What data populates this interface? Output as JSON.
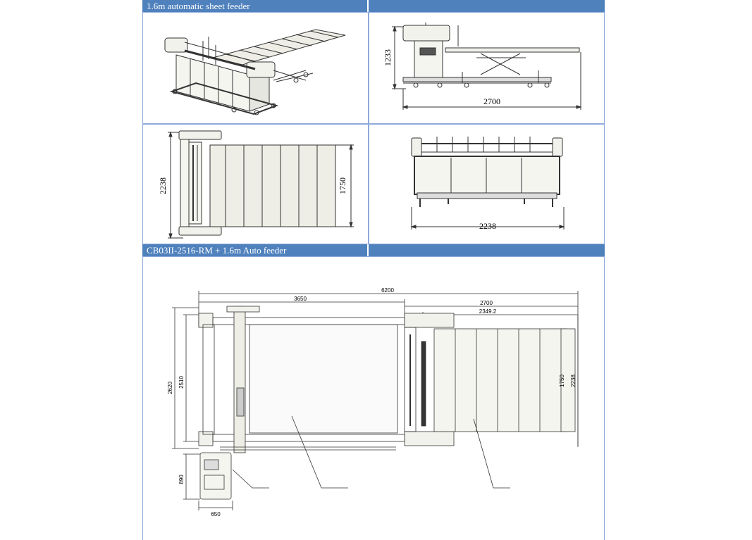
{
  "section1": {
    "title": "1.6m automatic sheet feeder"
  },
  "section2": {
    "title": "CB03II-2516-RM + 1.6m Auto feeder"
  },
  "side_view": {
    "height": "1233",
    "length": "2700"
  },
  "top_view": {
    "overall": "2238",
    "table": "1750"
  },
  "front_view": {
    "width": "2238"
  },
  "plan": {
    "total": "6200",
    "cutter": "3650",
    "feeder": "2700",
    "feeder_inner": "2349.2",
    "height_outer": "2620",
    "height_inner": "2510",
    "feeder_width": "1750",
    "feeder_outer": "2238",
    "cabinet_height": "890",
    "cabinet_width": "650"
  }
}
